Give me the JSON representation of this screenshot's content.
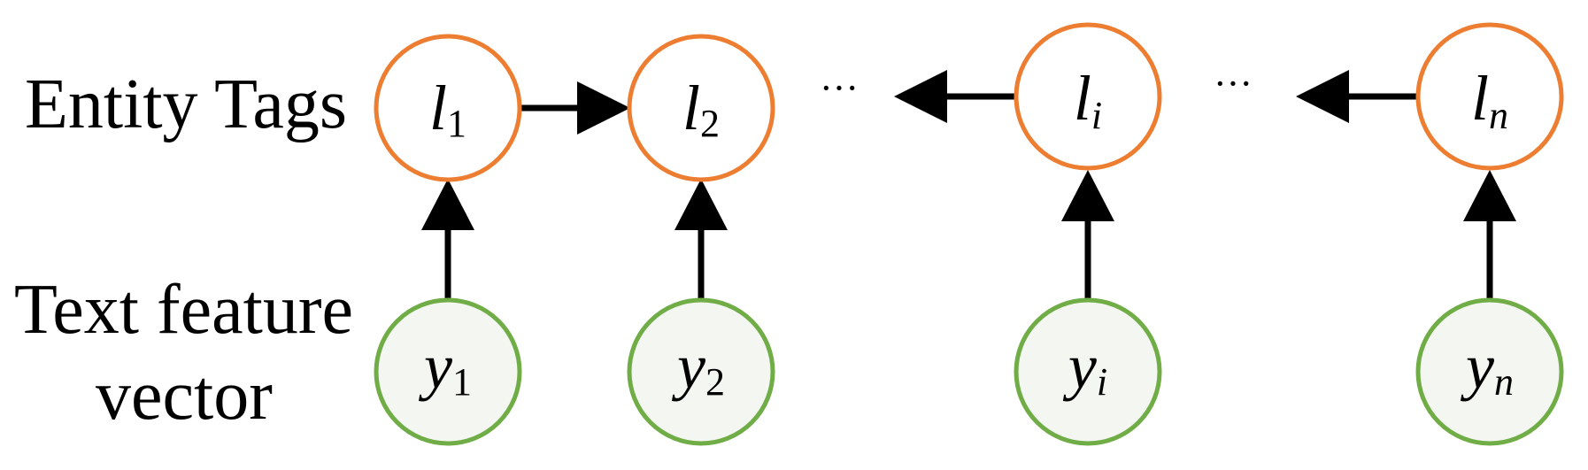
{
  "labels": {
    "entity_tags": "Entity Tags",
    "text_feature_line1": "Text feature",
    "text_feature_line2": "vector"
  },
  "colors": {
    "tag_node_stroke": "#ED7D31",
    "feature_node_stroke": "#70AD47",
    "feature_node_fill": "#F3F6F1",
    "tag_node_fill": "#FFFFFF",
    "edge": "#000000"
  },
  "tag_nodes": [
    {
      "id": "l1",
      "symbol": "l",
      "subscript": "1",
      "subscript_italic": false
    },
    {
      "id": "l2",
      "symbol": "l",
      "subscript": "2",
      "subscript_italic": false
    },
    {
      "id": "li",
      "symbol": "l",
      "subscript": "i",
      "subscript_italic": true
    },
    {
      "id": "ln",
      "symbol": "l",
      "subscript": "n",
      "subscript_italic": true
    }
  ],
  "feature_nodes": [
    {
      "id": "y1",
      "symbol": "y",
      "subscript": "1",
      "subscript_italic": false
    },
    {
      "id": "y2",
      "symbol": "y",
      "subscript": "2",
      "subscript_italic": false
    },
    {
      "id": "yi",
      "symbol": "y",
      "subscript": "i",
      "subscript_italic": true
    },
    {
      "id": "yn",
      "symbol": "y",
      "subscript": "n",
      "subscript_italic": true
    }
  ],
  "ellipses": [
    "···",
    "···"
  ],
  "edges": [
    {
      "from": "l1",
      "to": "l2"
    },
    {
      "from": "li",
      "to": "ellipsis-1"
    },
    {
      "from": "ln",
      "to": "ellipsis-2"
    },
    {
      "from": "y1",
      "to": "l1"
    },
    {
      "from": "y2",
      "to": "l2"
    },
    {
      "from": "yi",
      "to": "li"
    },
    {
      "from": "yn",
      "to": "ln"
    }
  ]
}
